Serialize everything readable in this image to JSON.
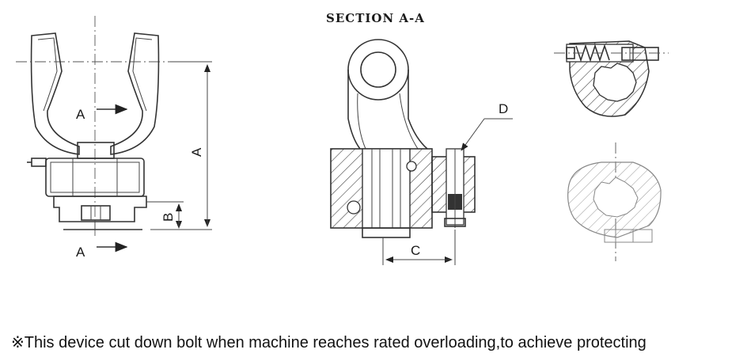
{
  "section_title": "SECTION A-A",
  "labels": {
    "A_top": "A",
    "A_bottom": "A",
    "dim_A": "A",
    "dim_B": "B",
    "dim_C": "C",
    "callout_D": "D"
  },
  "caption": "※This device cut down bolt when machine reaches rated overloading,to achieve protecting"
}
